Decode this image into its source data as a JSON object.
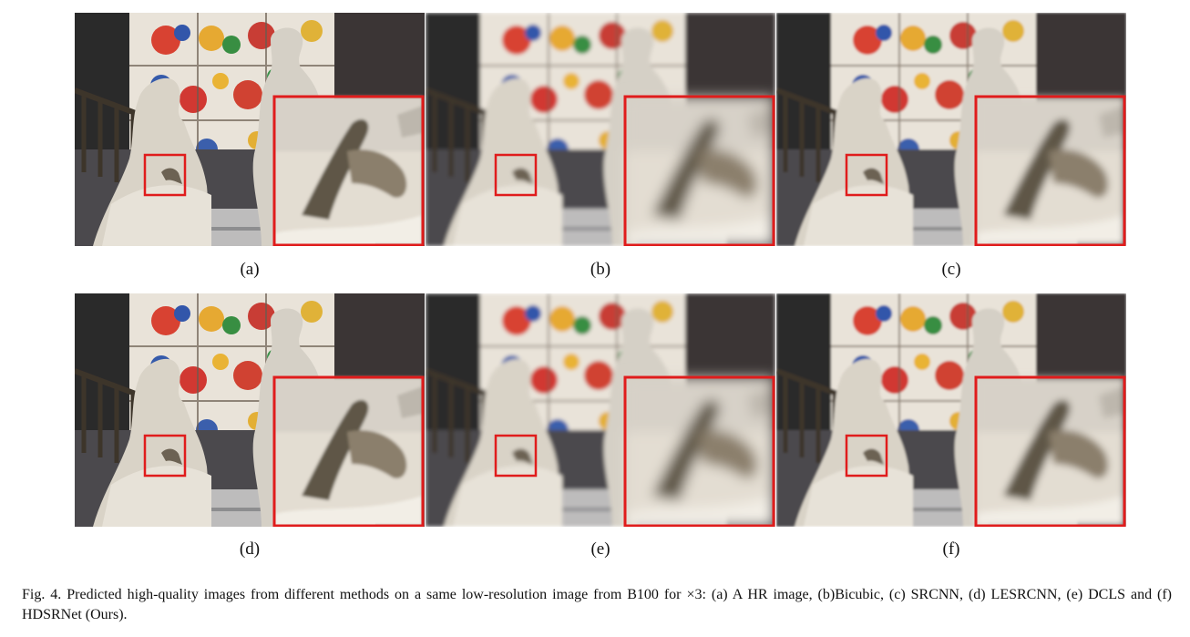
{
  "figure": {
    "panels": [
      {
        "id": "a",
        "label": "(a)",
        "quality": "sharp"
      },
      {
        "id": "b",
        "label": "(b)",
        "quality": "blurry"
      },
      {
        "id": "c",
        "label": "(c)",
        "quality": "medium"
      },
      {
        "id": "d",
        "label": "(d)",
        "quality": "sharp"
      },
      {
        "id": "e",
        "label": "(e)",
        "quality": "blurry"
      },
      {
        "id": "f",
        "label": "(f)",
        "quality": "medium"
      }
    ],
    "caption": "Fig. 4.  Predicted high-quality images from different methods on a same low-resolution image from B100 for ×3: (a) A HR image, (b)Bicubic, (c) SRCNN, (d) LESRCNN, (e) DCLS and (f) HDSRNet (Ours).",
    "colors": {
      "highlight_box": "#e01c1c",
      "window_bg": "#e8e2d8",
      "statue": "#d8d3c8",
      "shadow": "#3b3a3a",
      "hand": "#6e6455"
    }
  }
}
